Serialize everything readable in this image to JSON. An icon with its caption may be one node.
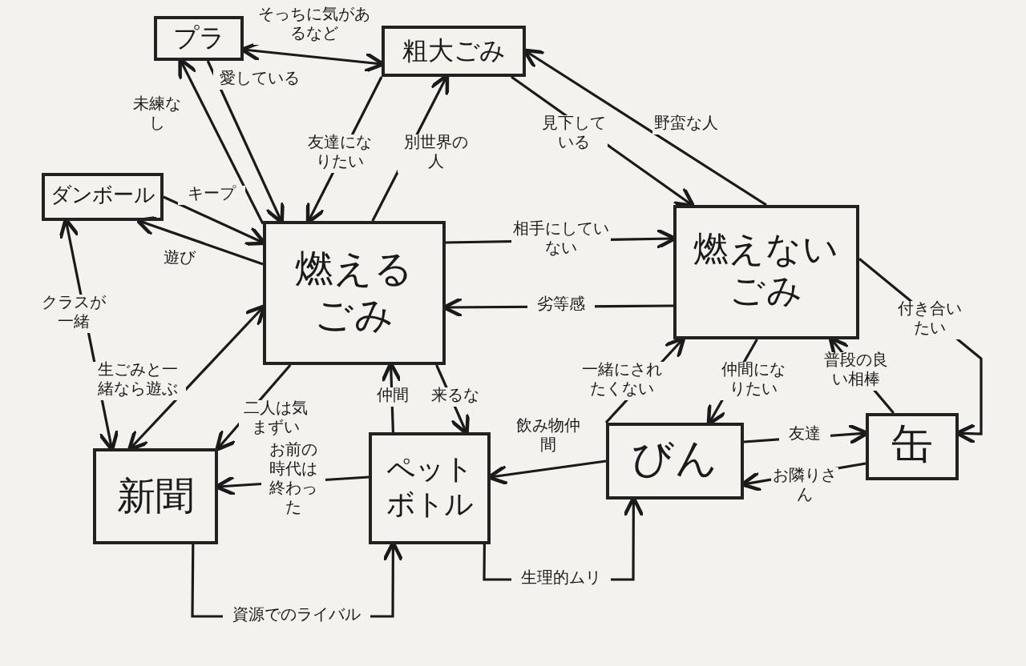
{
  "diagram": {
    "nodes": [
      {
        "text": [
          "プラ"
        ]
      },
      {
        "text": [
          "粗大ごみ"
        ]
      },
      {
        "text": [
          "ダンボール"
        ]
      },
      {
        "text": [
          "燃えるごみ"
        ]
      },
      {
        "text": [
          "燃えないごみ"
        ]
      },
      {
        "text": [
          "新聞"
        ]
      },
      {
        "text": [
          "ペットボトル"
        ]
      },
      {
        "text": [
          "びん"
        ]
      },
      {
        "text": [
          "缶"
        ]
      }
    ],
    "edges": [
      {
        "from": 0,
        "to": 1,
        "arrow": "both",
        "label": "そっちに気があるなど"
      },
      {
        "from": 3,
        "to": 0,
        "arrow": "to",
        "label": "未練なし"
      },
      {
        "from": 0,
        "to": 3,
        "arrow": "to",
        "label": "愛している"
      },
      {
        "from": 1,
        "to": 3,
        "arrow": "to",
        "label": "友達になりたい"
      },
      {
        "from": 3,
        "to": 1,
        "arrow": "to",
        "label": "別世界の人"
      },
      {
        "from": 1,
        "to": 4,
        "arrow": "to",
        "label": "見下している"
      },
      {
        "from": 4,
        "to": 1,
        "arrow": "to",
        "label": "野蛮な人"
      },
      {
        "from": 2,
        "to": 3,
        "arrow": "to",
        "label": "キープ"
      },
      {
        "from": 3,
        "to": 2,
        "arrow": "to",
        "label": "遊び"
      },
      {
        "from": 5,
        "to": 2,
        "arrow": "both",
        "label": "クラスが一緒"
      },
      {
        "from": 5,
        "to": 3,
        "arrow": "both",
        "label": "生ごみと一緒なら遊ぶ"
      },
      {
        "from": 3,
        "to": 5,
        "arrow": "to",
        "label": "二人は気まずい"
      },
      {
        "from": 6,
        "to": 5,
        "arrow": "to",
        "label": "お前の時代は終わった"
      },
      {
        "from": 6,
        "to": 3,
        "arrow": "to",
        "label": "仲間"
      },
      {
        "from": 3,
        "to": 6,
        "arrow": "to",
        "label": "来るな"
      },
      {
        "from": 5,
        "to": 6,
        "arrow": "to",
        "label": "資源でのライバル"
      },
      {
        "from": 7,
        "to": 6,
        "arrow": "to",
        "label": "飲み物仲間"
      },
      {
        "from": 6,
        "to": 7,
        "arrow": "to",
        "label": "生理的ムリ"
      },
      {
        "from": 4,
        "to": 3,
        "arrow": "to",
        "label": "劣等感"
      },
      {
        "from": 3,
        "to": 4,
        "arrow": "to",
        "label": "相手にしていない"
      },
      {
        "from": 7,
        "to": 4,
        "arrow": "to",
        "label": "一緒にされたくない"
      },
      {
        "from": 4,
        "to": 7,
        "arrow": "to",
        "label": "仲間になりたい"
      },
      {
        "from": 8,
        "to": 4,
        "arrow": "to",
        "label": "普段の良い相棒"
      },
      {
        "from": 4,
        "to": 8,
        "arrow": "to",
        "label": "付き合いたい"
      },
      {
        "from": 7,
        "to": 8,
        "arrow": "to",
        "label": "友達"
      },
      {
        "from": 8,
        "to": 7,
        "arrow": "to",
        "label": "お隣りさん"
      }
    ]
  }
}
